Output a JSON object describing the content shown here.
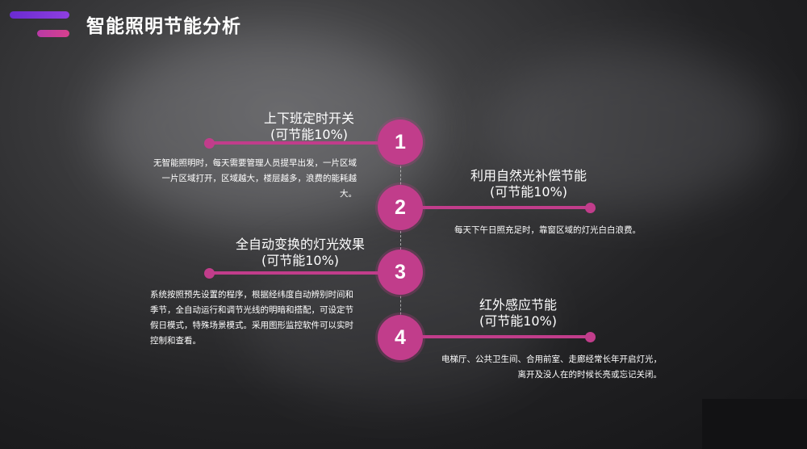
{
  "title": "智能照明节能分析",
  "colors": {
    "accent": "#c13d8b",
    "logo_top": "#7a2bd6",
    "logo_bottom": "#d23c8f"
  },
  "items": [
    {
      "number": "1",
      "title": "上下班定时开关",
      "saving": "(可节能10%)",
      "description": "无智能照明时，每天需要管理人员提早出发，一片区域一片区域打开，区域越大，楼层越多，浪费的能耗越大。"
    },
    {
      "number": "2",
      "title": "利用自然光补偿节能",
      "saving": "(可节能10%)",
      "description": "每天下午日照充足时，靠窗区域的灯光白白浪费。"
    },
    {
      "number": "3",
      "title": "全自动变换的灯光效果",
      "saving": "(可节能10%)",
      "description": "系统按照预先设置的程序，根据经纬度自动辨别时间和季节，全自动运行和调节光线的明暗和搭配，可设定节假日模式，特殊场景模式。采用图形监控软件可以实时控制和查看。"
    },
    {
      "number": "4",
      "title": "红外感应节能",
      "saving": "(可节能10%)",
      "description": "电梯厅、公共卫生间、合用前室、走廊经常长年开启灯光，离开及没人在的时候长亮或忘记关闭。"
    }
  ]
}
